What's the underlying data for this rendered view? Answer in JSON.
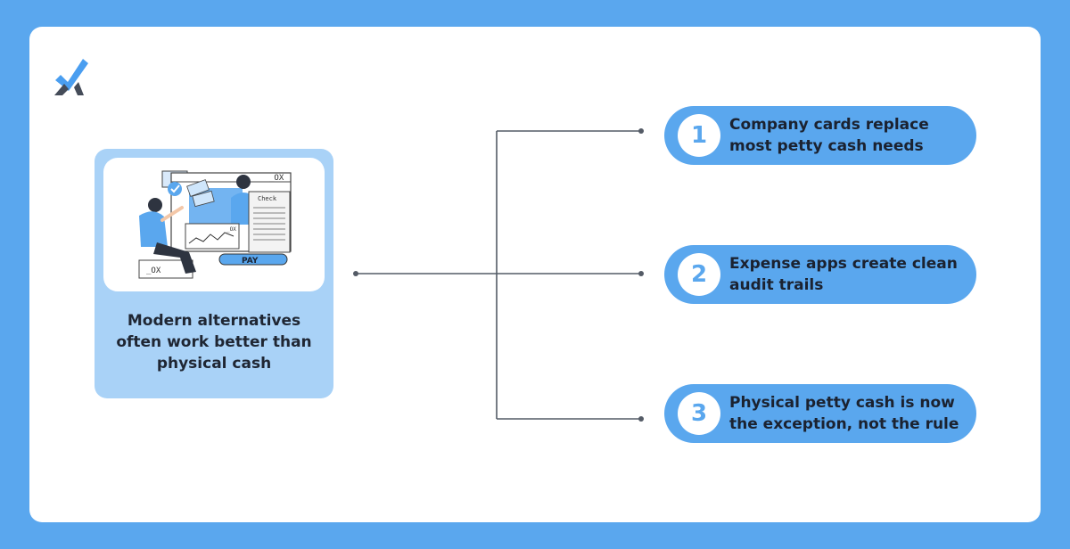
{
  "colors": {
    "background": "#5aa7ee",
    "card": "#ffffff",
    "left_card": "#a9d2f7",
    "pill": "#5aa7ee",
    "logo_check": "#4a9ef0",
    "logo_dark": "#454c59",
    "connector": "#545b66"
  },
  "icons": {
    "logo": "checkmark-x-logo-icon"
  },
  "center": {
    "text": "Modern alternatives often work better than physical cash"
  },
  "illustration": {
    "window_label_1": "_OX",
    "window_label_2": "_OX",
    "window_label_3": "_OX",
    "receipt_label": "Check",
    "button_label": "PAY"
  },
  "items": [
    {
      "number": "1",
      "text": "Company cards replace most petty cash needs"
    },
    {
      "number": "2",
      "text": "Expense apps create clean audit trails"
    },
    {
      "number": "3",
      "text": "Physical petty cash is now the exception, not the rule"
    }
  ]
}
